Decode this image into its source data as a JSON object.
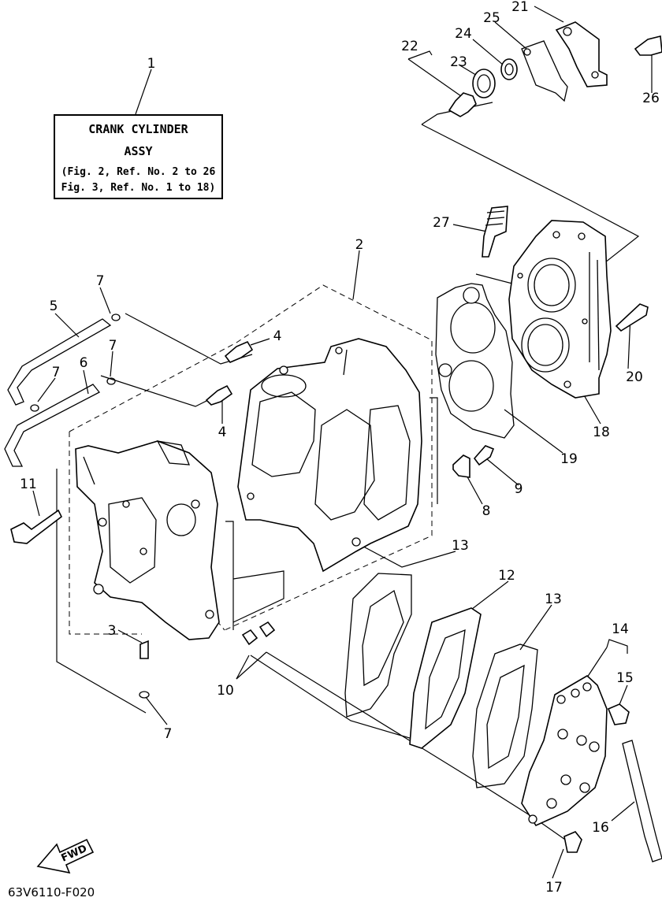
{
  "assembly_box": {
    "ref": "1",
    "line1": "CRANK CYLINDER",
    "line2": "ASSY",
    "line3": "(Fig. 2, Ref. No. 2 to 26",
    "line4": "Fig. 3, Ref. No. 1 to 18)"
  },
  "callouts": [
    "2",
    "3",
    "4",
    "4",
    "5",
    "6",
    "7",
    "7",
    "7",
    "7",
    "8",
    "9",
    "10",
    "11",
    "12",
    "13",
    "13",
    "14",
    "15",
    "16",
    "17",
    "18",
    "19",
    "20",
    "21",
    "22",
    "23",
    "24",
    "25",
    "26",
    "27"
  ],
  "fwd_label": "FWD",
  "diagram_code": "63V6110-F020"
}
